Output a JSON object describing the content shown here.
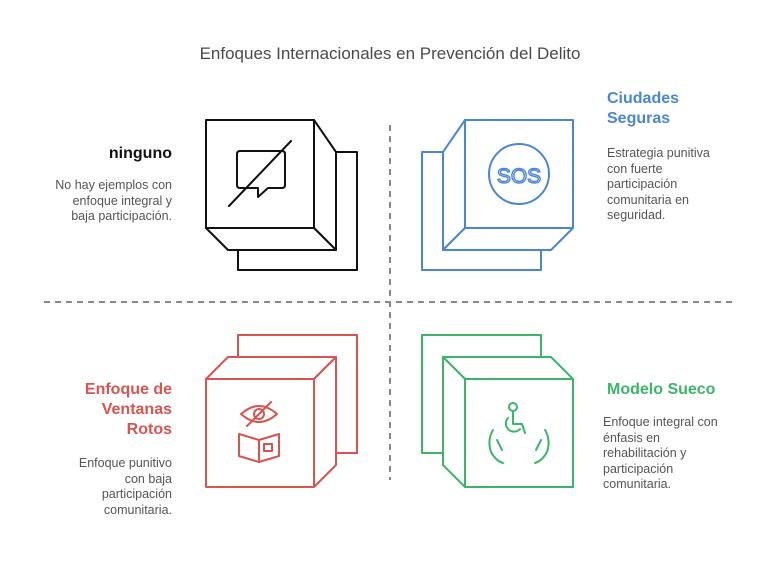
{
  "title": "Enfoques Internacionales en Prevención del Delito",
  "colors": {
    "q1": "#111111",
    "q2": "#4a86d8",
    "q3": "#d9534f",
    "q4": "#3bb56a",
    "divider": "#888888"
  },
  "quadrants": [
    {
      "heading_lines": [
        "ninguno"
      ],
      "description_lines": [
        "No hay ejemplos con",
        "enfoque integral y",
        "baja participación."
      ],
      "icon": "message-slash-icon"
    },
    {
      "heading_lines": [
        "Ciudades",
        "Seguras"
      ],
      "description_lines": [
        "Estrategia punitiva",
        "con fuerte",
        "participación",
        "comunitaria en",
        "seguridad."
      ],
      "icon": "sos-icon",
      "icon_text": "SOS"
    },
    {
      "heading_lines": [
        "Enfoque de",
        "Ventanas",
        "Rotos"
      ],
      "description_lines": [
        "Enfoque punitivo",
        "con baja",
        "participación",
        "comunitaria."
      ],
      "icon": "eye-slash-box-icon"
    },
    {
      "heading_lines": [
        "Modelo Sueco"
      ],
      "description_lines": [
        "Enfoque integral con",
        "énfasis en",
        "rehabilitación y",
        "participación",
        "comunitaria."
      ],
      "icon": "wheelchair-hands-icon"
    }
  ]
}
